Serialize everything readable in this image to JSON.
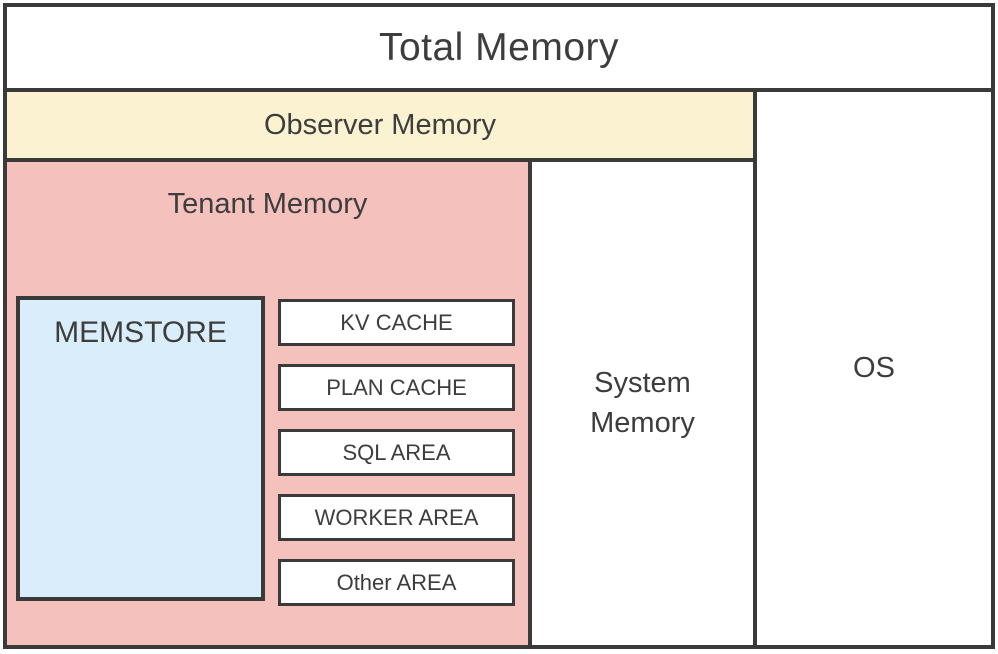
{
  "diagram": {
    "title": "Total Memory",
    "observer": {
      "label": "Observer Memory"
    },
    "tenant": {
      "label": "Tenant Memory",
      "memstore": {
        "label": "MEMSTORE"
      },
      "areas": [
        "KV CACHE",
        "PLAN CACHE",
        "SQL AREA",
        "WORKER AREA",
        "Other AREA"
      ]
    },
    "system": {
      "label": "System\nMemory"
    },
    "os": {
      "label": "OS"
    },
    "colors": {
      "border": "#3a3a3a",
      "text": "#3d3d3d",
      "observer_bg": "#fbf2d1",
      "tenant_bg": "#f4c1bd",
      "memstore_bg": "#d9eefa",
      "box_bg": "#ffffff"
    }
  }
}
